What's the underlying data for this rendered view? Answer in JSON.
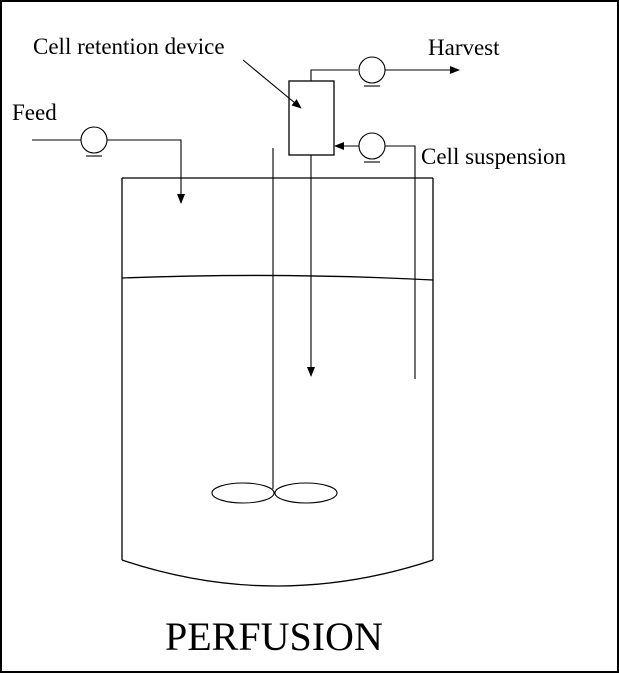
{
  "labels": {
    "cell_retention_device": "Cell retention device",
    "harvest": "Harvest",
    "feed": "Feed",
    "cell_suspension": "Cell suspension",
    "title": "PERFUSION"
  }
}
